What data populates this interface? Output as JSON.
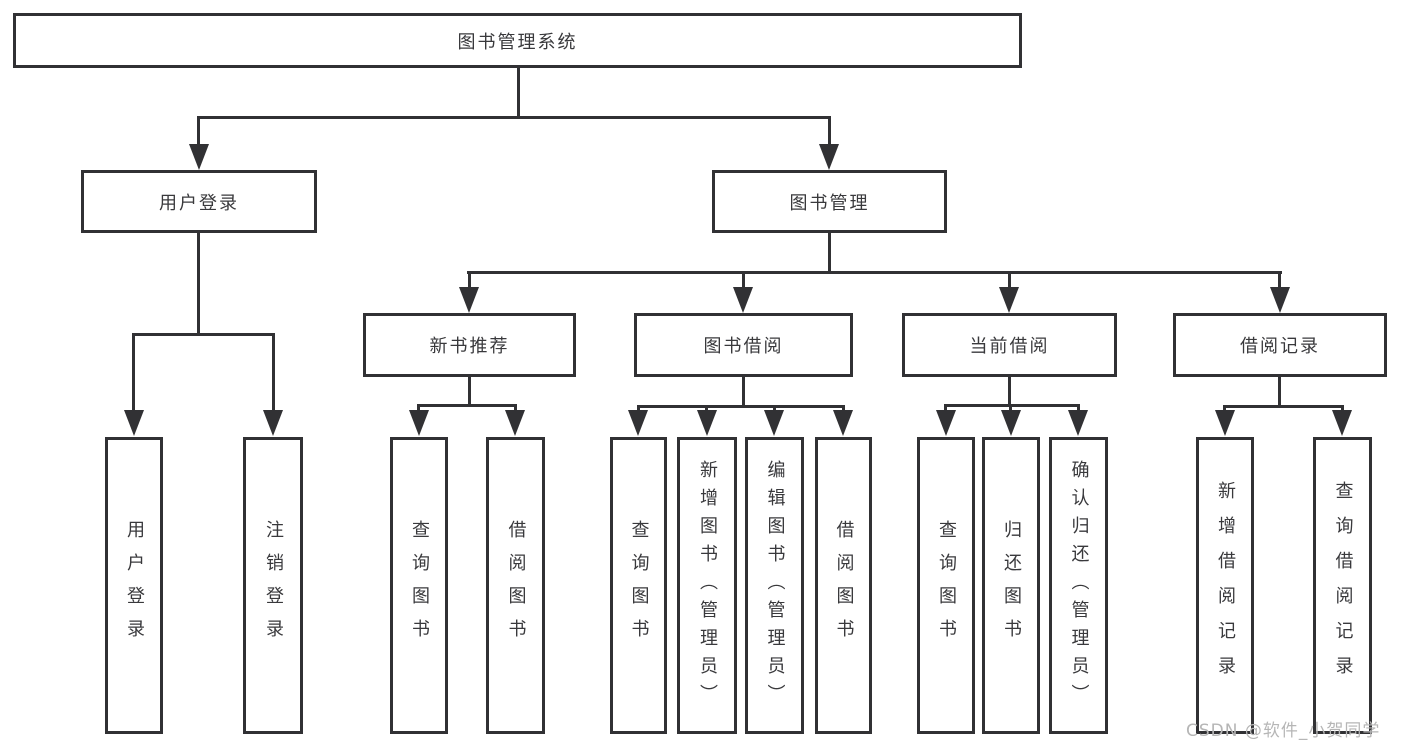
{
  "diagram": {
    "title": "图书管理系统",
    "branches": [
      {
        "label": "用户登录",
        "children": [
          "用户登录",
          "注销登录"
        ]
      },
      {
        "label": "图书管理",
        "sections": [
          {
            "label": "新书推荐",
            "children": [
              "查询图书",
              "借阅图书"
            ]
          },
          {
            "label": "图书借阅",
            "children": [
              "查询图书",
              "新增图书（管理员）",
              "编辑图书（管理员）",
              "借阅图书"
            ]
          },
          {
            "label": "当前借阅",
            "children": [
              "查询图书",
              "归还图书",
              "确认归还（管理员）"
            ]
          },
          {
            "label": "借阅记录",
            "children": [
              "新增借阅记录",
              "查询借阅记录"
            ]
          }
        ]
      }
    ],
    "watermark": "CSDN @软件_小贺同学",
    "colors": {
      "line": "#313134",
      "text": "#39393c",
      "watermark": "#b6b6b6",
      "background": "#ffffff"
    }
  }
}
